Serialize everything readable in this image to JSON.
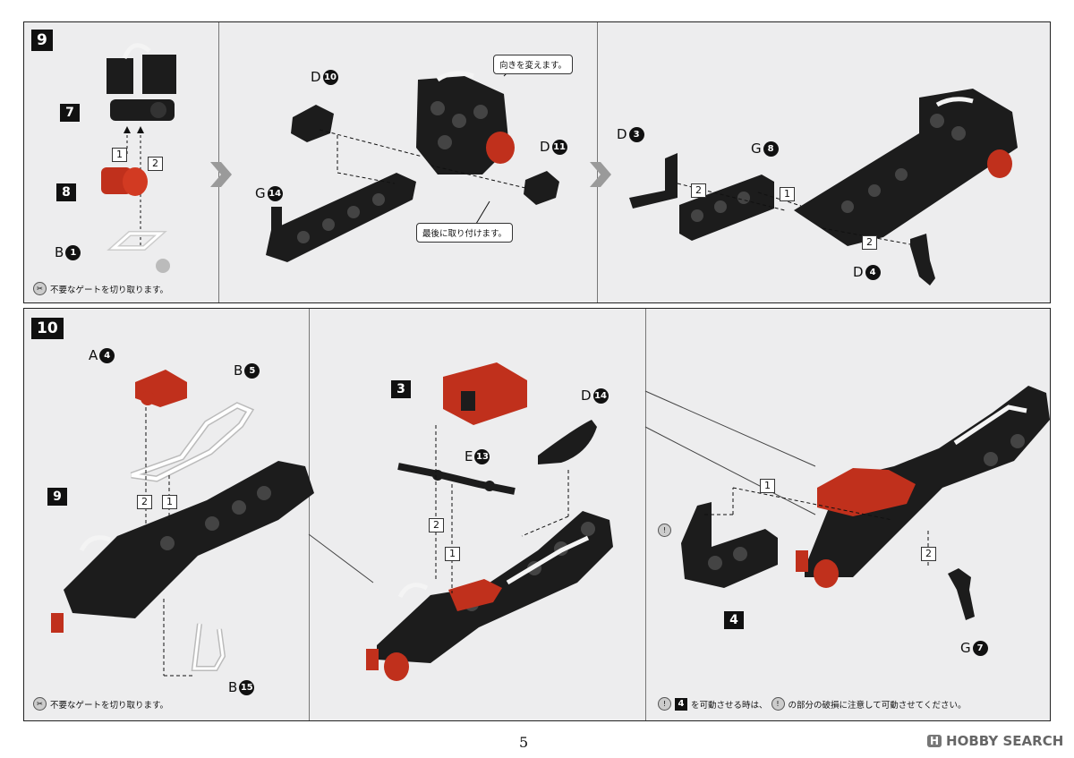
{
  "step9": {
    "number": "9",
    "parts": {
      "p7": "7",
      "p8": "8",
      "b1": {
        "letter": "B",
        "num": "1"
      },
      "d10": {
        "letter": "D",
        "num": "10"
      },
      "d11": {
        "letter": "D",
        "num": "11"
      },
      "g14": {
        "letter": "G",
        "num": "14"
      },
      "d3": {
        "letter": "D",
        "num": "3"
      },
      "g8": {
        "letter": "G",
        "num": "8"
      },
      "d4": {
        "letter": "D",
        "num": "4"
      }
    },
    "order": [
      "1",
      "2"
    ],
    "callout_turn": "向きを変えます。",
    "callout_last": "最後に取り付けます。",
    "note_gate": "不要なゲートを切り取ります。"
  },
  "step10": {
    "number": "10",
    "parts": {
      "a4": {
        "letter": "A",
        "num": "4"
      },
      "b5": {
        "letter": "B",
        "num": "5"
      },
      "p9": "9",
      "b15": {
        "letter": "B",
        "num": "15"
      },
      "p3": "3",
      "d14": {
        "letter": "D",
        "num": "14"
      },
      "e13": {
        "letter": "E",
        "num": "13"
      },
      "p4": "4",
      "g7": {
        "letter": "G",
        "num": "7"
      }
    },
    "order": [
      "1",
      "2"
    ],
    "note_gate": "不要なゲートを切り取ります。",
    "note_caution_num": "4",
    "note_caution_a": "を可動させる時は、",
    "note_caution_b": "の部分の破損に注意して可動させてください。"
  },
  "page_number": "5",
  "watermark": {
    "badge": "H",
    "text": "HOBBY SEARCH"
  },
  "colors": {
    "panel": "#ededee",
    "black_part": "#1c1c1c",
    "red_part": "#c0301c",
    "white_part": "#f4f4f4"
  }
}
